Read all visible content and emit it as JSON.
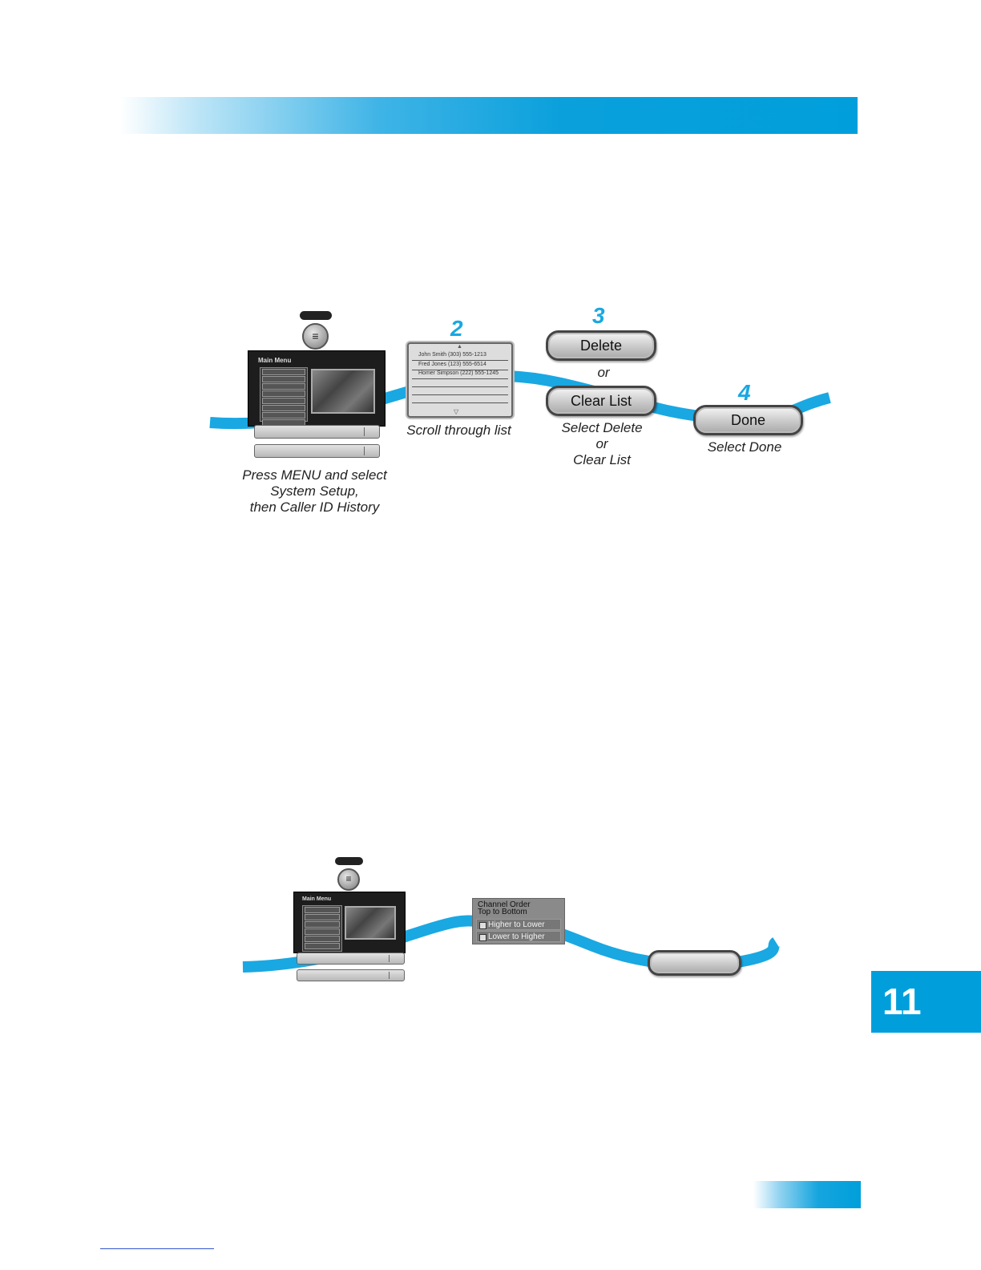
{
  "chapter": "11",
  "step1_caption": [
    "Press MENU and select",
    "System Setup,",
    "then Caller ID History"
  ],
  "step2": {
    "number": "2",
    "caption": "Scroll through list"
  },
  "step3": {
    "number": "3",
    "delete_label": "Delete",
    "or": "or",
    "clear_label": "Clear List",
    "caption": [
      "Select Delete",
      "or",
      "Clear List"
    ]
  },
  "step4": {
    "number": "4",
    "done_label": "Done",
    "caption": "Select Done"
  },
  "caller_list": [
    "John Smith   (303) 555-1213",
    "Fred Jones   (123) 555-6514",
    "Homer Simpson   (222) 555-1245"
  ],
  "tv_title": "Main Menu",
  "channel_order": {
    "title1": "Channel Order",
    "title2": "Top to Bottom",
    "options": [
      "Higher to Lower",
      "Lower to Higher"
    ]
  },
  "colors": {
    "accent": "#009fdb",
    "ribbon": "#19a8e2"
  }
}
